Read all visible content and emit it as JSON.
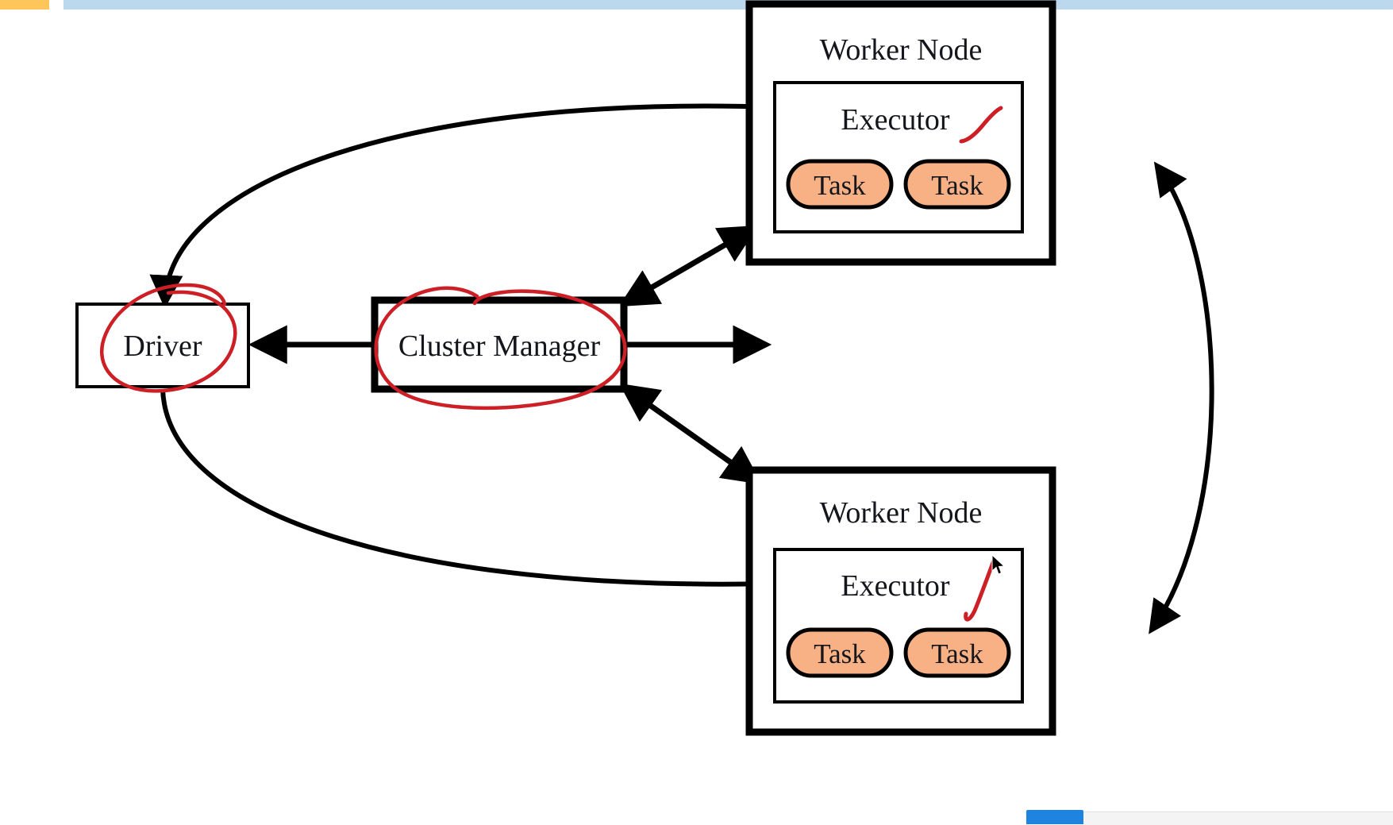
{
  "page": {
    "title": "Spark Cluster Architecture Diagram",
    "background": "#ffffff"
  },
  "chrome": {
    "top_strip_yellow_color": "#fdc55a",
    "top_strip_blue_color": "#bcd8ee",
    "bottom_button_color": "#1f83e0",
    "bottom_bar_color": "#f4f4f4"
  },
  "colors": {
    "task_fill": "#f7b184",
    "annotation_red": "#cc1f26",
    "stroke_black": "#000000",
    "text_black": "#14161c"
  },
  "diagram": {
    "type": "architecture-diagram",
    "nodes": [
      {
        "id": "driver",
        "label": "Driver",
        "shape": "rectangle",
        "annotated": true,
        "annotation": "red-ellipse-circle"
      },
      {
        "id": "cluster-manager",
        "label": "Cluster Manager",
        "shape": "rectangle-bold",
        "annotated": true,
        "annotation": "red-ellipse-circle"
      },
      {
        "id": "worker-node-top",
        "label": "Worker Node",
        "shape": "rectangle-bold",
        "children": [
          {
            "id": "executor-top",
            "label": "Executor",
            "annotation": "red-check-stroke",
            "tasks": [
              "Task",
              "Task"
            ]
          }
        ]
      },
      {
        "id": "worker-node-bottom",
        "label": "Worker Node",
        "shape": "rectangle-bold",
        "children": [
          {
            "id": "executor-bottom",
            "label": "Executor",
            "annotation": "red-check-stroke",
            "tasks": [
              "Task",
              "Task"
            ]
          }
        ]
      }
    ],
    "edges": [
      {
        "from": "driver",
        "to": "executor-top",
        "style": "curved",
        "arrows": "to"
      },
      {
        "from": "driver",
        "to": "executor-bottom",
        "style": "curved",
        "arrows": "to"
      },
      {
        "from": "executor-bottom",
        "to": "driver",
        "style": "curved",
        "arrows": "to"
      },
      {
        "from": "driver",
        "to": "cluster-manager",
        "style": "straight",
        "arrows": "both"
      },
      {
        "from": "worker-node-top",
        "to": "cluster-manager",
        "style": "straight",
        "arrows": "both"
      },
      {
        "from": "worker-node-bottom",
        "to": "cluster-manager",
        "style": "straight",
        "arrows": "both"
      },
      {
        "from": "worker-node-bottom",
        "to": "worker-node-top",
        "style": "curved-right",
        "arrows": "both"
      }
    ]
  },
  "labels": {
    "worker_node": "Worker Node",
    "executor": "Executor",
    "task": "Task",
    "driver": "Driver",
    "cluster_manager": "Cluster Manager"
  }
}
